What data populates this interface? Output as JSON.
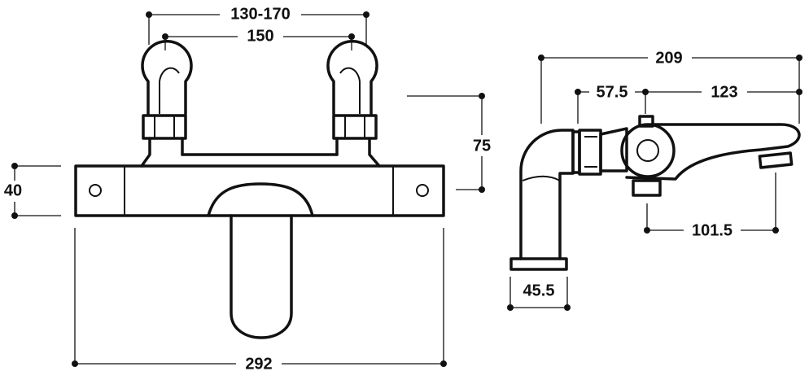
{
  "dimensions": {
    "inlet_centres_range": "130-170",
    "inlet_centres": "150",
    "inlet_height": "75",
    "body_height": "40",
    "overall_width": "292",
    "side_overall_depth": "209",
    "side_inlet_to_valve": "57.5",
    "side_valve_to_spout": "123",
    "side_valve_to_outlet": "101.5",
    "side_base_width": "45.5"
  }
}
